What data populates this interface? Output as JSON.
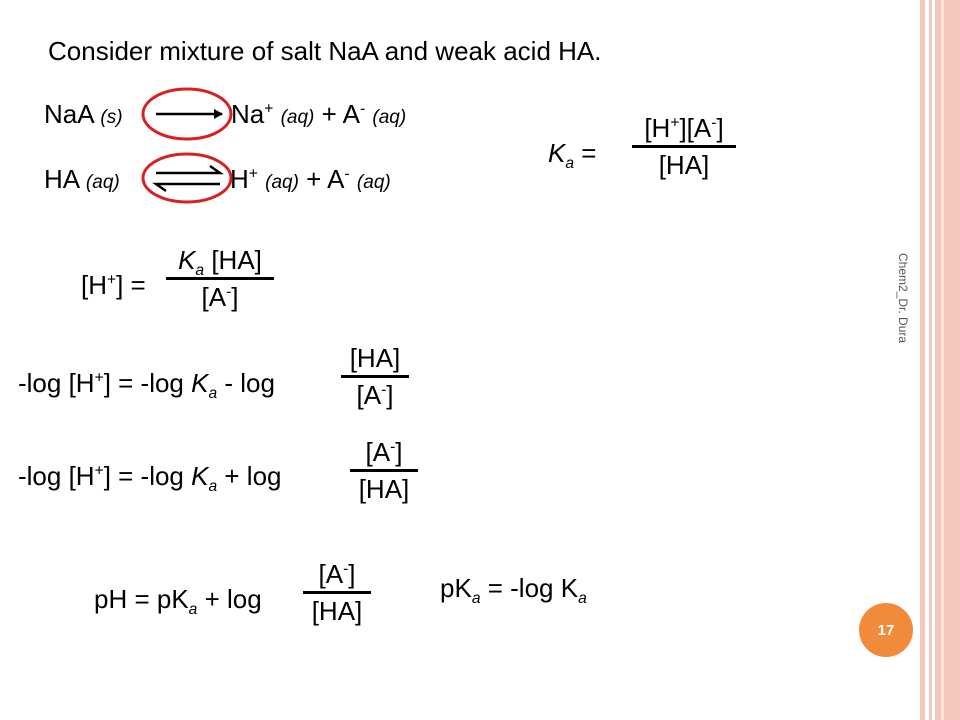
{
  "slide": {
    "title": "Consider mixture of salt NaA and weak acid HA.",
    "side_label": "Chem2_Dr. Dura",
    "page_number": "17",
    "accent_color": "#f28a3c",
    "stripe_color": "#f3c7bd",
    "circle_color": "#d92020"
  },
  "eq1": {
    "left": "NaA",
    "left_state": "(s)",
    "right": "Na",
    "right_charge": "+",
    "right_state": "(aq)",
    "plus": "+ A",
    "minus": "-",
    "state2": "(aq)"
  },
  "eq2": {
    "left": "HA",
    "left_state": "(aq)",
    "right": "H",
    "right_charge": "+",
    "right_state": "(aq)",
    "plus": "+ A",
    "minus": "-",
    "state2": "(aq)"
  },
  "ka": {
    "K": "K",
    "a": "a",
    "eq": "=",
    "num": "[H+][A-]",
    "den": "[HA]"
  },
  "h_expr": {
    "lhs": "[H+] =",
    "num_k": "K",
    "num_a": "a",
    "num_rest": " [HA]",
    "den": "[A-]"
  },
  "log1": {
    "text": "-log [H+] = -log K",
    "a": "a",
    "rest": " - log",
    "num": "[HA]",
    "den": "[A-]"
  },
  "log2": {
    "text": "-log [H+] = -log K",
    "a": "a",
    "rest": " + log",
    "num": "[A-]",
    "den": "[HA]"
  },
  "hh": {
    "text": "pH = pK",
    "a": "a",
    "rest": " + log",
    "num": "[A-]",
    "den": "[HA]"
  },
  "pka": {
    "text": "pK",
    "a": "a",
    "rest": " = -log K",
    "a2": "a"
  }
}
